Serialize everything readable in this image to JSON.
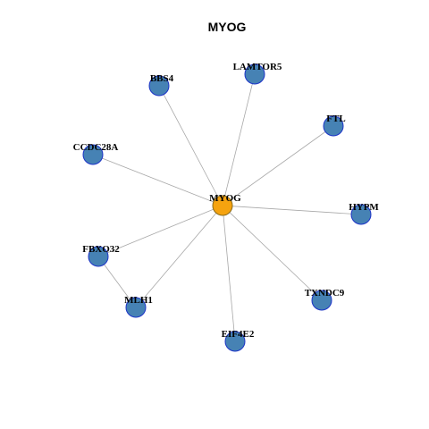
{
  "title": "MYOG",
  "colors": {
    "center_fill": "#f5a30f",
    "center_stroke": "#8a6a1a",
    "node_fill": "#4682b4",
    "node_stroke": "#1c33c8",
    "edge": "#a8a8a8",
    "background": "#ffffff"
  },
  "nodes": [
    {
      "id": "MYOG",
      "label": "MYOG",
      "role": "center"
    },
    {
      "id": "LAMTOR5",
      "label": "LAMTOR5",
      "role": "neighbor"
    },
    {
      "id": "BBS4",
      "label": "BBS4",
      "role": "neighbor"
    },
    {
      "id": "FTL",
      "label": "FTL",
      "role": "neighbor"
    },
    {
      "id": "CCDC28A",
      "label": "CCDC28A",
      "role": "neighbor"
    },
    {
      "id": "HYPM",
      "label": "HYPM",
      "role": "neighbor"
    },
    {
      "id": "FBXO32",
      "label": "FBXO32",
      "role": "neighbor"
    },
    {
      "id": "TXNDC9",
      "label": "TXNDC9",
      "role": "neighbor"
    },
    {
      "id": "MLH1",
      "label": "MLH1",
      "role": "neighbor"
    },
    {
      "id": "EIF4E2",
      "label": "EIF4E2",
      "role": "neighbor"
    }
  ],
  "edges": [
    {
      "source": "MYOG",
      "target": "LAMTOR5"
    },
    {
      "source": "MYOG",
      "target": "BBS4"
    },
    {
      "source": "MYOG",
      "target": "FTL"
    },
    {
      "source": "MYOG",
      "target": "CCDC28A"
    },
    {
      "source": "MYOG",
      "target": "HYPM"
    },
    {
      "source": "MYOG",
      "target": "FBXO32"
    },
    {
      "source": "MYOG",
      "target": "TXNDC9"
    },
    {
      "source": "MYOG",
      "target": "MLH1"
    },
    {
      "source": "MYOG",
      "target": "EIF4E2"
    },
    {
      "source": "FBXO32",
      "target": "MLH1"
    }
  ]
}
